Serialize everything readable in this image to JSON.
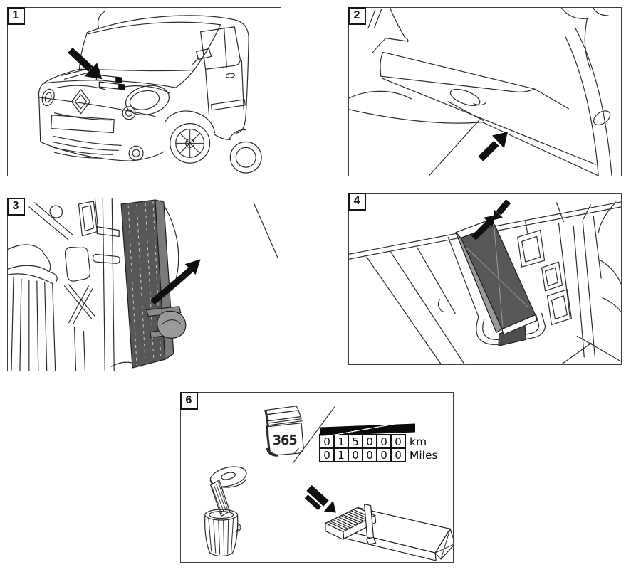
{
  "colors": {
    "line": "#2a2a2a",
    "filter_dark": "#575757",
    "arrow_black": "#0f0f0f",
    "panel_border": "#3f3f3f"
  },
  "panels": {
    "p1": {
      "label": "1"
    },
    "p2": {
      "label": "2"
    },
    "p3": {
      "label": "3"
    },
    "p4": {
      "label": "4"
    },
    "p6": {
      "label": "6"
    }
  },
  "panel6": {
    "calendar_days": "365",
    "odometer": {
      "rows": [
        {
          "digits": [
            "0",
            "1",
            "5",
            "0",
            "0",
            "0"
          ],
          "unit": "km"
        },
        {
          "digits": [
            "0",
            "1",
            "0",
            "0",
            "0",
            "0"
          ],
          "unit": "Miles"
        }
      ]
    }
  }
}
